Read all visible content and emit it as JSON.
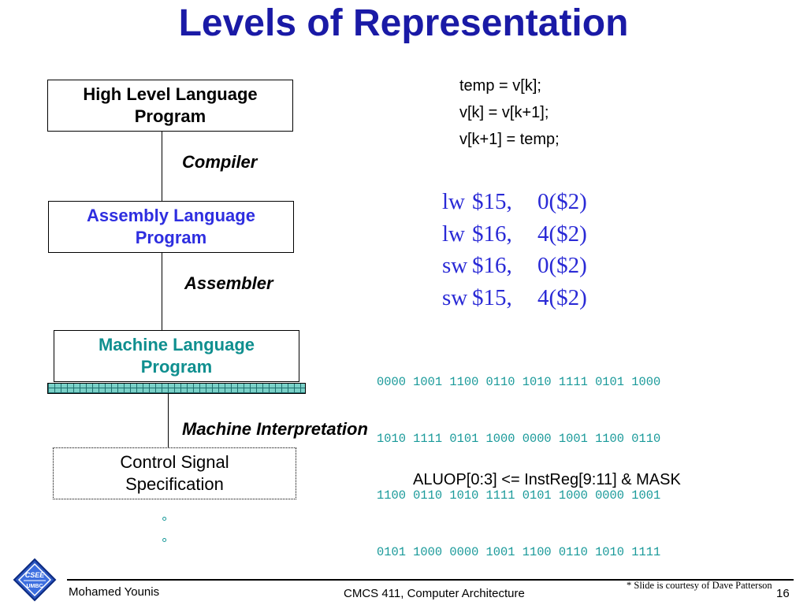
{
  "slide": {
    "title": "Levels of Representation",
    "levels": [
      {
        "line1": "High Level Language",
        "line2": "Program"
      },
      {
        "line1": "Assembly  Language",
        "line2": "Program"
      },
      {
        "line1": "Machine  Language",
        "line2": "Program"
      },
      {
        "line1": "Control Signal",
        "line2": "Specification"
      }
    ],
    "transforms": [
      "Compiler",
      "Assembler",
      "Machine Interpretation"
    ],
    "hll_code": [
      "temp = v[k];",
      "v[k] = v[k+1];",
      "v[k+1] = temp;"
    ],
    "asm_code": [
      {
        "op": "lw",
        "reg": "$15,",
        "addr": "0($2)"
      },
      {
        "op": "lw",
        "reg": "$16,",
        "addr": "4($2)"
      },
      {
        "op": "sw",
        "reg": "$16,",
        "addr": "0($2)"
      },
      {
        "op": "sw",
        "reg": "$15,",
        "addr": "4($2)"
      }
    ],
    "machine_code": [
      "0000 1001 1100 0110 1010 1111 0101 1000",
      "1010 1111 0101 1000 0000 1001 1100 0110",
      "1100 0110 1010 1111 0101 1000 0000 1001",
      "0101 1000 0000 1001 1100 0110 1010 1111"
    ],
    "control_expr": "ALUOP[0:3] <= InstReg[9:11] & MASK",
    "continuation_dots": [
      "°",
      "°"
    ]
  },
  "footer": {
    "author": "Mohamed Younis",
    "course": "CMCS 411, Computer Architecture",
    "courtesy": "* Slide is courtesy of Dave Patterson",
    "page_number": "16",
    "logo_text": [
      "CSEE",
      "UMBC"
    ]
  },
  "colors": {
    "title": "#1a1aa6",
    "assembly": "#2e2ee0",
    "machine": "#0f8f8f",
    "binary": "#1a9a9a"
  }
}
